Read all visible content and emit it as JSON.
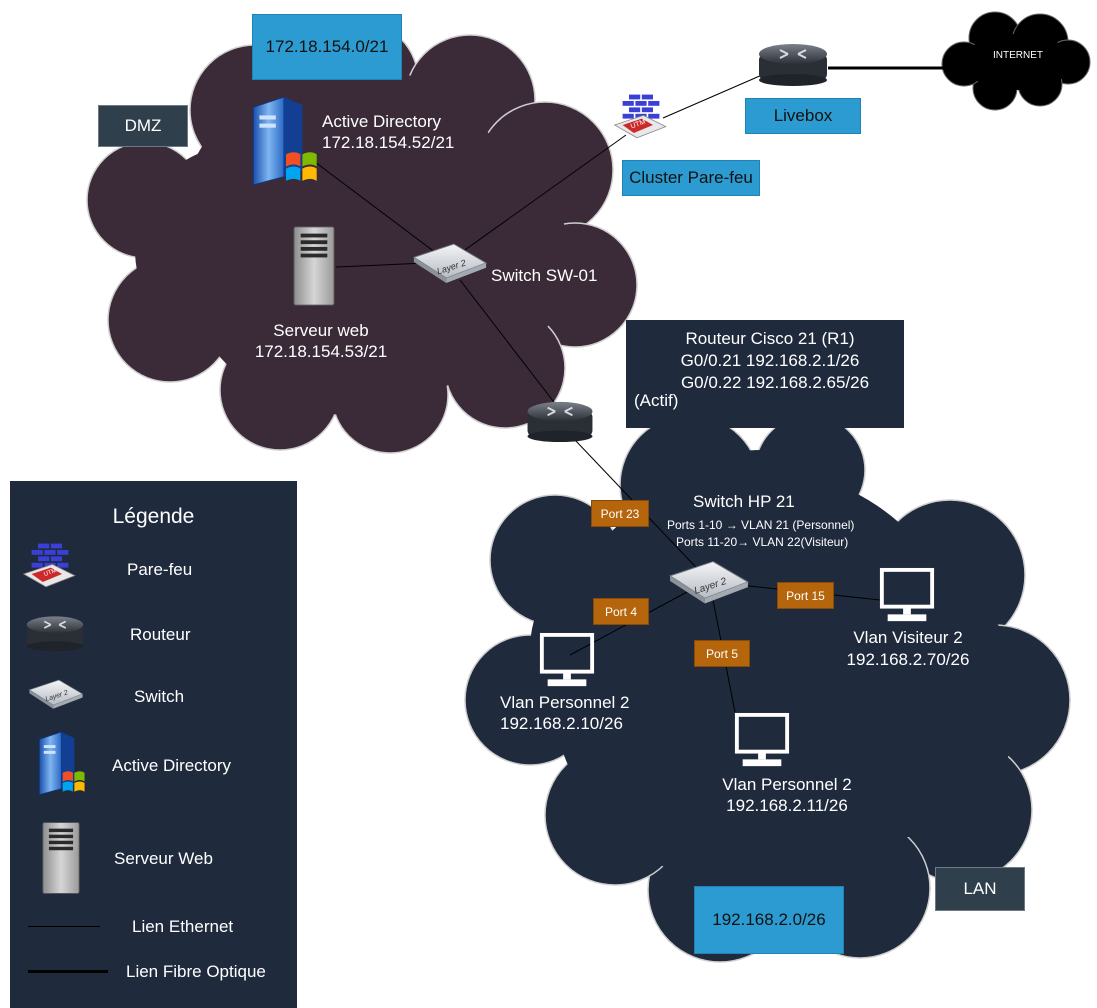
{
  "dmz": {
    "network": "172.18.154.0/21",
    "zone_label": "DMZ",
    "active_directory": {
      "name": "Active Directory",
      "ip": "172.18.154.52/21"
    },
    "web_server": {
      "name": "Serveur web",
      "ip": "172.18.154.53/21"
    },
    "switch_label": "Switch SW-01"
  },
  "edge": {
    "firewall_label": "Cluster Pare-feu",
    "livebox_label": "Livebox",
    "internet_label": "INTERNET",
    "utm_text": "UTM",
    "layer2_text": "Layer 2"
  },
  "router": {
    "title": "Routeur Cisco 21 (R1)",
    "line1": "G0/0.21 192.168.2.1/26",
    "line2": "G0/0.22 192.168.2.65/26",
    "status": "(Actif)"
  },
  "lan": {
    "switch_title": "Switch HP 21",
    "vlan_rule_1": "Ports 1-10 → VLAN 21 (Personnel)",
    "vlan_rule_2": "Ports 11-20→ VLAN 22(Visiteur)",
    "ports": {
      "p23": "Port 23",
      "p4": "Port 4",
      "p15": "Port 15",
      "p5": "Port 5"
    },
    "pc_left": {
      "name": "Vlan Personnel 2",
      "ip": "192.168.2.10/26"
    },
    "pc_bottom": {
      "name": "Vlan Personnel 2",
      "ip": "192.168.2.11/26"
    },
    "pc_right": {
      "name": "Vlan Visiteur 2",
      "ip": "192.168.2.70/26"
    },
    "network": "192.168.2.0/26",
    "zone_label": "LAN"
  },
  "legend": {
    "title": "Légende",
    "firewall": "Pare-feu",
    "router": "Routeur",
    "switch": "Switch",
    "active_directory": "Active Directory",
    "web_server": "Serveur Web",
    "ethernet": "Lien Ethernet",
    "fiber": "Lien Fibre Optique"
  },
  "colors": {
    "dmz_cloud": "#3b2b38",
    "lan_cloud": "#1f2a3d",
    "net_box": "#2b9bd1",
    "zone_box": "#2f3f4c",
    "port_box": "#b5650b",
    "legend_bg": "#1f2a3d"
  }
}
